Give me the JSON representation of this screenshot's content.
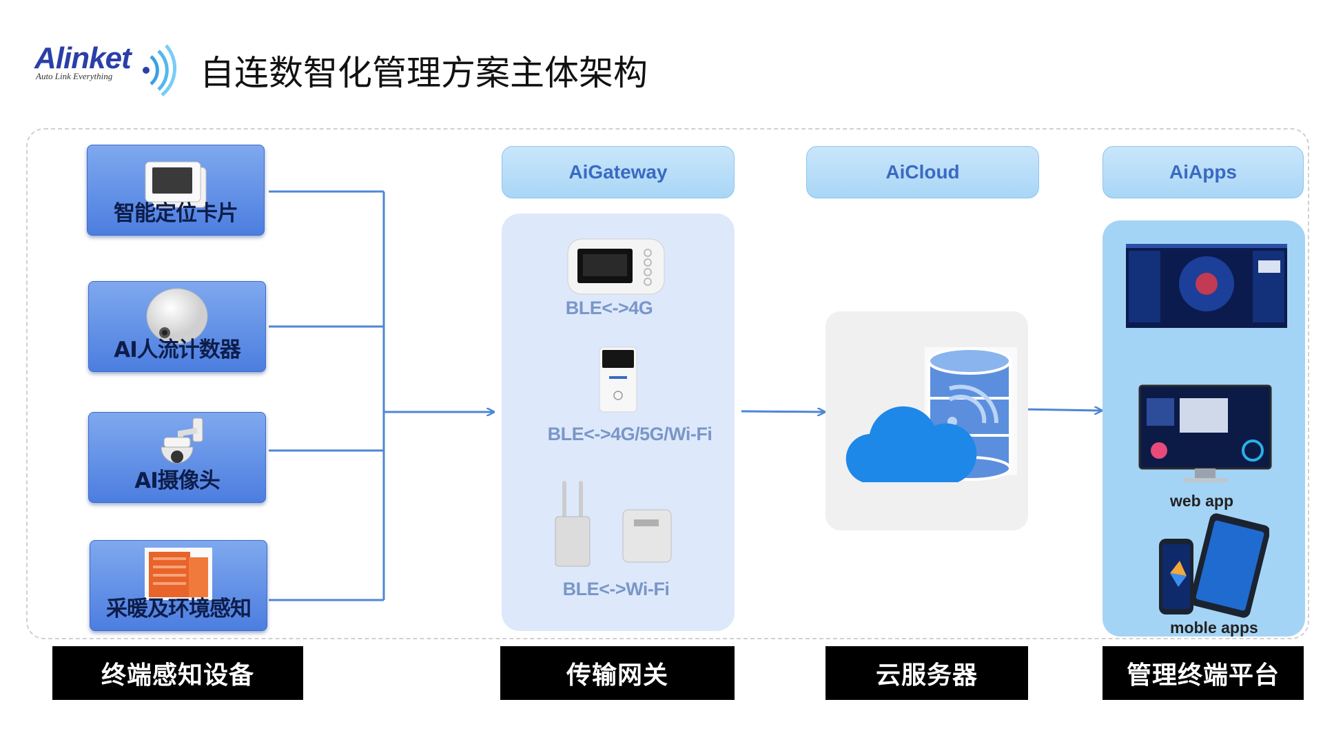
{
  "header": {
    "logo_text": "Alinket",
    "logo_tagline": "Auto Link Everything",
    "title": "自连数智化管理方案主体架构"
  },
  "devices": [
    {
      "label": "智能定位卡片"
    },
    {
      "label": "AI人流计数器"
    },
    {
      "label": "AI摄像头"
    },
    {
      "label": "采暖及环境感知"
    }
  ],
  "columns": {
    "gateway": "AiGateway",
    "cloud": "AiCloud",
    "apps": "AiApps"
  },
  "gateway_items": [
    {
      "label": "BLE<->4G"
    },
    {
      "label": "BLE<->4G/5G/Wi-Fi"
    },
    {
      "label": "BLE<->Wi-Fi"
    }
  ],
  "apps_items": {
    "web": "web app",
    "mobile": "moble apps"
  },
  "bottom_bars": {
    "devices": "终端感知设备",
    "gateway": "传输网关",
    "cloud": "云服务器",
    "apps": "管理终端平台"
  },
  "colors": {
    "card_blue": "#4c7ee0",
    "arrow_blue": "#4d86d6",
    "header_blue": "#a9d6f6",
    "panel_blue": "#dde9fb"
  }
}
